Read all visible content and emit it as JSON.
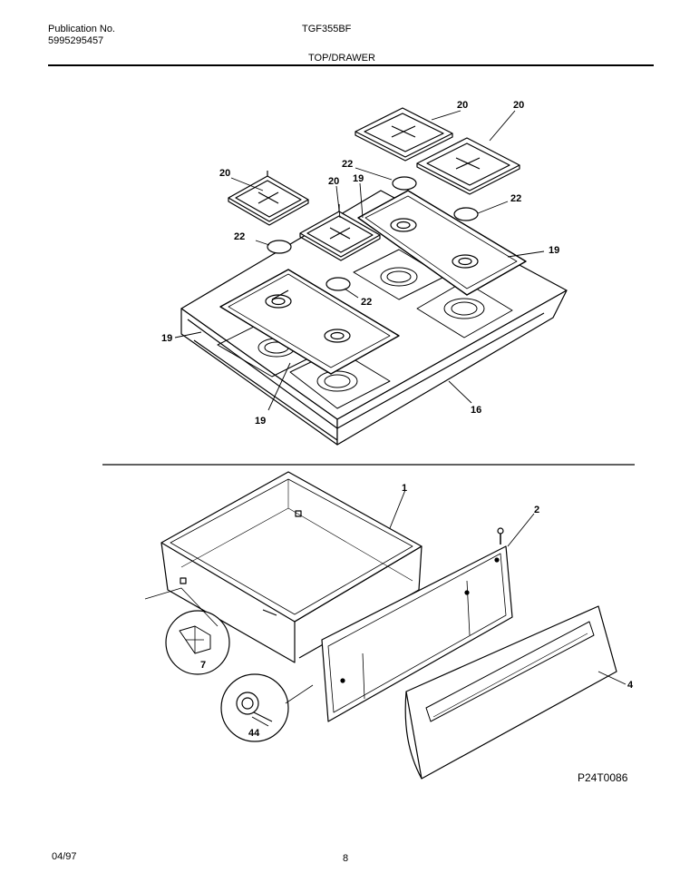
{
  "header": {
    "publication_label": "Publication No.",
    "publication_number": "5995295457",
    "model": "TGF355BF",
    "section_title": "TOP/DRAWER"
  },
  "callouts": {
    "c20a": "20",
    "c20b": "20",
    "c20c": "20",
    "c20d": "20",
    "c19a": "19",
    "c19b": "19",
    "c19c": "19",
    "c19d": "19",
    "c22a": "22",
    "c22b": "22",
    "c22c": "22",
    "c22d": "22",
    "c16": "16",
    "c1": "1",
    "c2": "2",
    "c4": "4",
    "c7": "7",
    "c44": "44"
  },
  "figure_id": "P24T0086",
  "footer": {
    "date": "04/97",
    "page": "8"
  }
}
